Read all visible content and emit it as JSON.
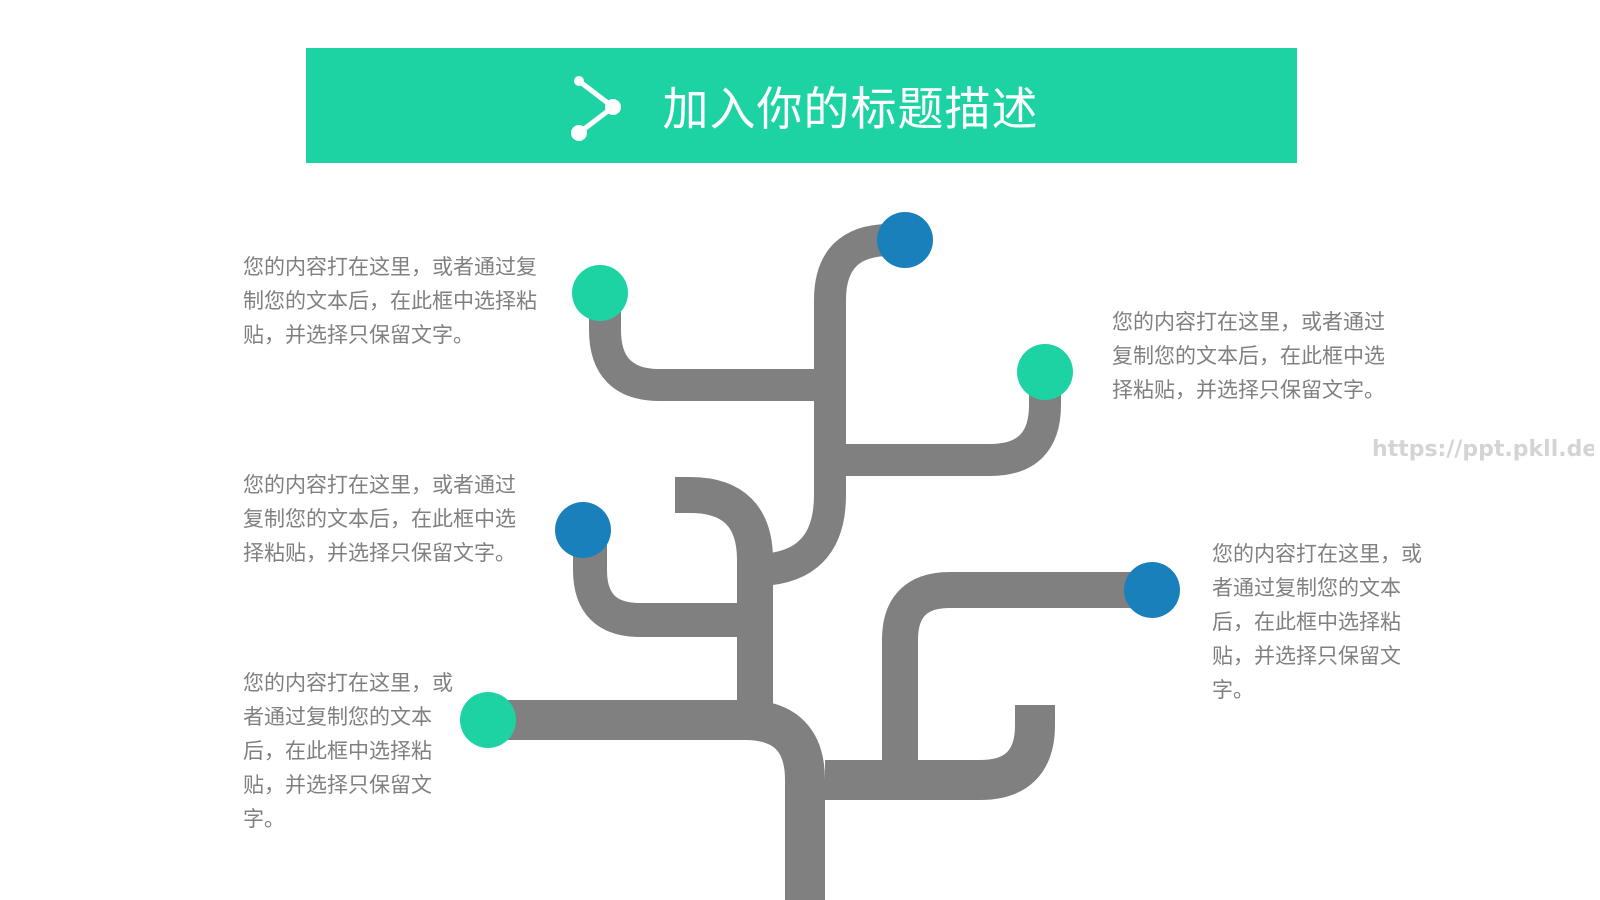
{
  "colors": {
    "header_bg": "#1dd3a4",
    "branch": "#808080",
    "node_green": "#1dd3a4",
    "node_blue": "#1a80bb",
    "text": "#808080"
  },
  "header": {
    "icon": "share-icon",
    "title": "加入你的标题描述"
  },
  "descriptions": [
    "您的内容打在这里，或者通过复制您的文本后，在此框中选择粘贴，并选择只保留文字。",
    "您的内容打在这里，或者通过复制您的文本后，在此框中选择粘贴，并选择只保留文字。",
    "您的内容打在这里，或者通过复制您的文本后，在此框中选择粘贴，并选择只保留文字。",
    "您的内容打在这里，或者通过复制您的文本后，在此框中选择粘贴，并选择只保留文字。",
    "您的内容打在这里，或者通过复制您的文本后，在此框中选择粘贴，并选择只保留文字。"
  ],
  "nodes": [
    {
      "name": "node-top-blue",
      "color": "blue"
    },
    {
      "name": "node-upper-left-green",
      "color": "green"
    },
    {
      "name": "node-right-green",
      "color": "green"
    },
    {
      "name": "node-mid-left-blue",
      "color": "blue"
    },
    {
      "name": "node-right-blue",
      "color": "blue"
    },
    {
      "name": "node-lower-left-green",
      "color": "green"
    }
  ],
  "watermark": "https://ppt.pkll.de"
}
